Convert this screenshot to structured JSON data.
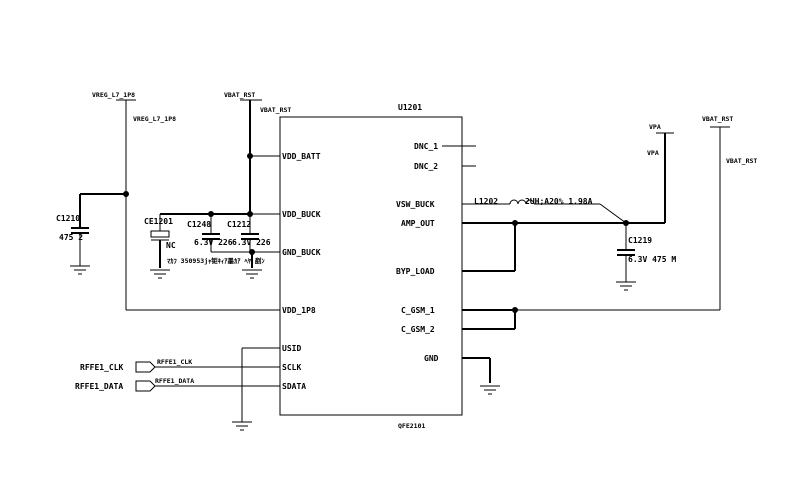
{
  "chip": {
    "refdes": "U1201",
    "part": "QFE2101",
    "pins_left": [
      "VDD_BATT",
      "VDD_BUCK",
      "GND_BUCK",
      "VDD_1P8",
      "USID",
      "SCLK",
      "SDATA"
    ],
    "pins_right": [
      "DNC_1",
      "DNC_2",
      "VSW_BUCK",
      "AMP_OUT",
      "BYP_LOAD",
      "C_GSM_1",
      "C_GSM_2",
      "GND"
    ]
  },
  "power_flags": {
    "vreg_l7_top": "VREG_L7_1P8",
    "vreg_l7_net": "VREG_L7_1P8",
    "vbat_rst_top": "VBAT_RST",
    "vbat_rst_net": "VBAT_RST",
    "vpa_top": "VPA",
    "vpa_net": "VPA",
    "vbat_rst_right_top": "VBAT_RST",
    "vbat_rst_right_net": "VBAT_RST"
  },
  "components": {
    "c1210_ref": "C1210",
    "c1210_val": "475 2",
    "ce1201_ref": "CE1201",
    "ce1201_val": "NC",
    "c1248_ref": "C1248",
    "c1248_val": "6.3V 226",
    "c1212_ref": "C1212",
    "c1212_val": "6.3V 226",
    "inductor_ref": "L1202",
    "inductor_val": "2UH;A20% 1.98A",
    "c1219_ref": "C1219",
    "c1219_val": "6.3V 475 M",
    "garbled_note": "ﾏｶﾌ   350953jｬ钜ｷｨｱ墨ｶｱ  ﾍﾔ   剷ﾝ"
  },
  "ports": {
    "clk_port": "RFFE1_CLK",
    "clk_net": "RFFE1_CLK",
    "data_port": "RFFE1_DATA",
    "data_net": "RFFE1_DATA"
  }
}
